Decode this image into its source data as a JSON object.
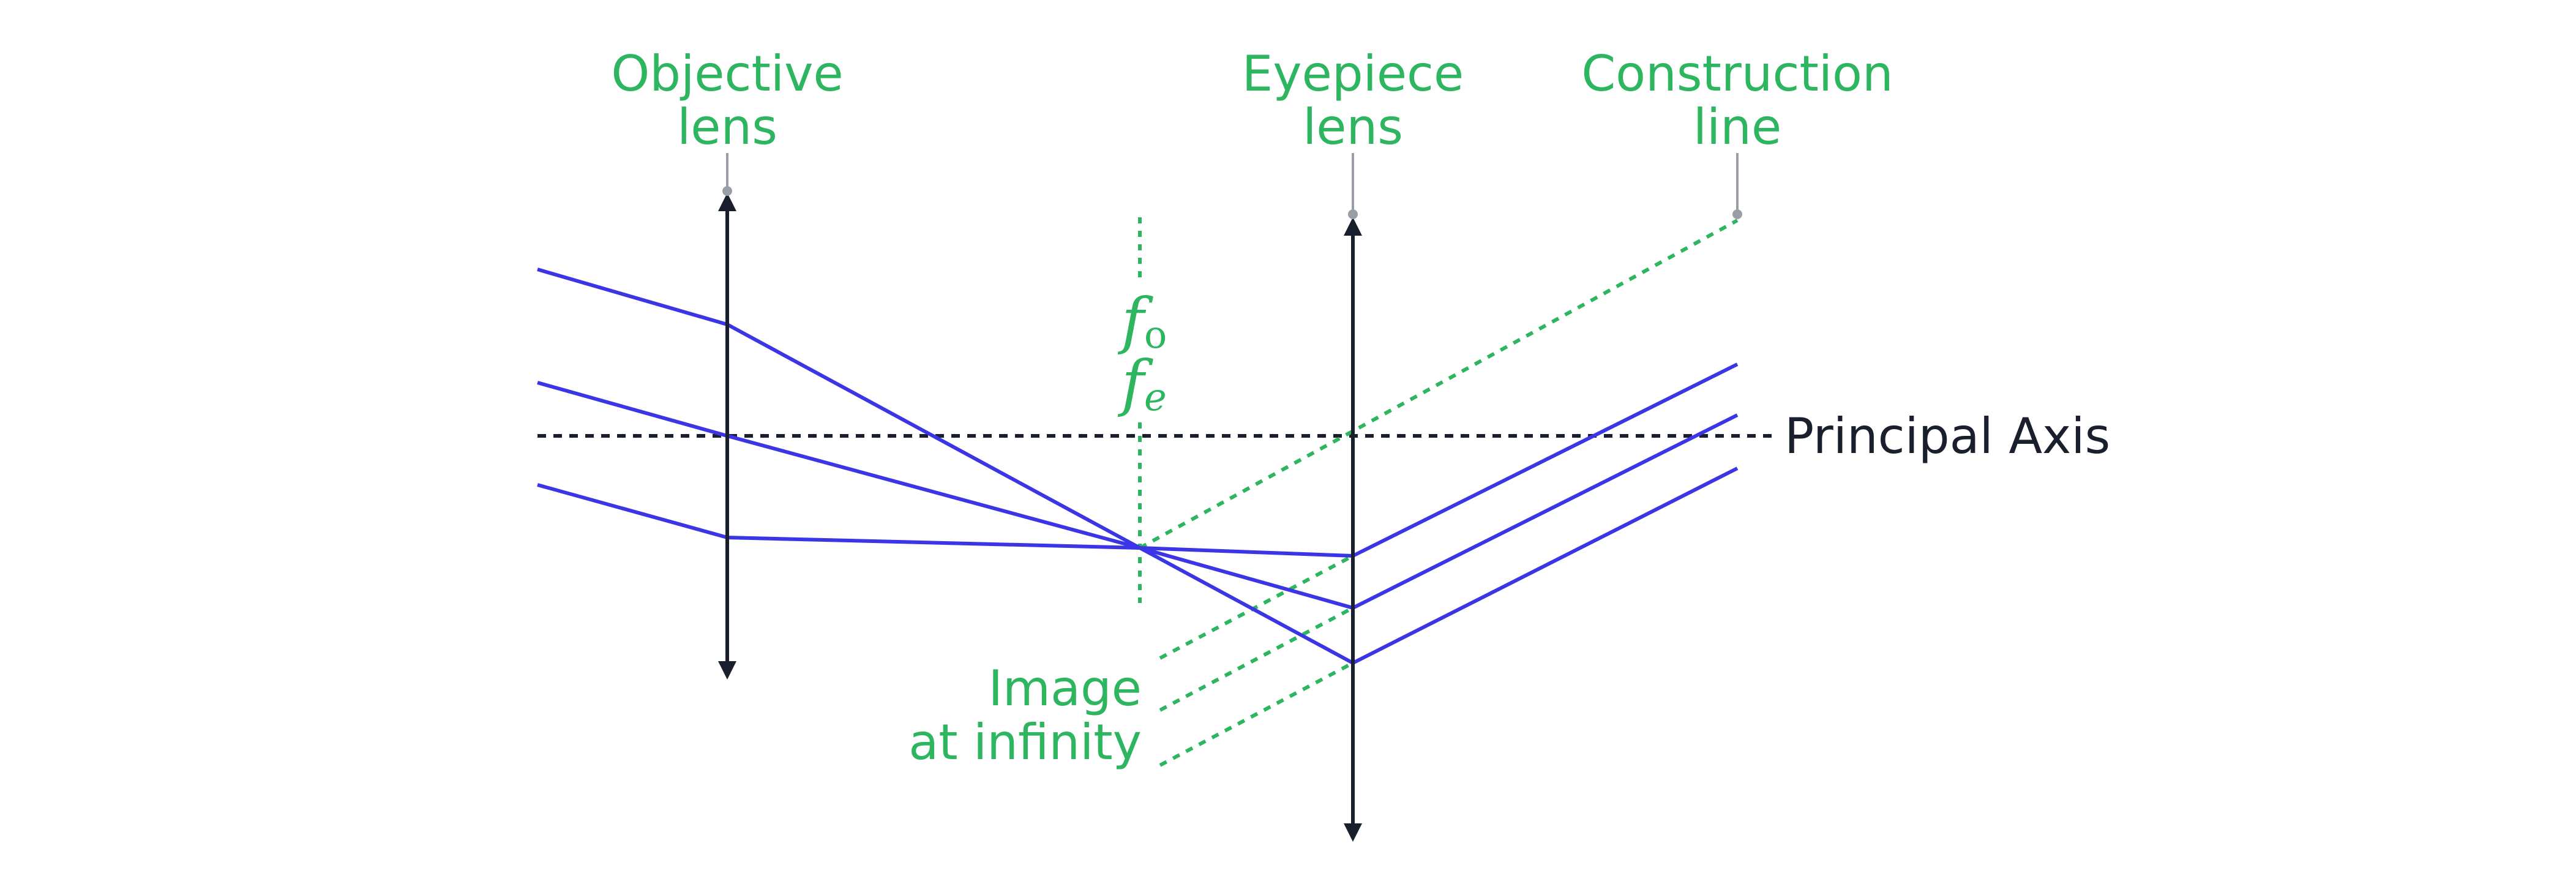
{
  "colors": {
    "accent": "#2db560",
    "ray": "#3b35e6",
    "lens": "#1a1f2e",
    "axis": "#1a1f2e",
    "leader": "#9a9ea6"
  },
  "labels": {
    "objective_line1": "Objective",
    "objective_line2": "lens",
    "eyepiece_line1": "Eyepiece",
    "eyepiece_line2": "lens",
    "construction_line1": "Construction",
    "construction_line2": "line",
    "principal_axis": "Principal Axis",
    "image_line1": "Image",
    "image_line2": "at infinity",
    "focal_objective": "f",
    "focal_objective_sub": "o",
    "focal_eyepiece": "f",
    "focal_eyepiece_sub": "e"
  }
}
